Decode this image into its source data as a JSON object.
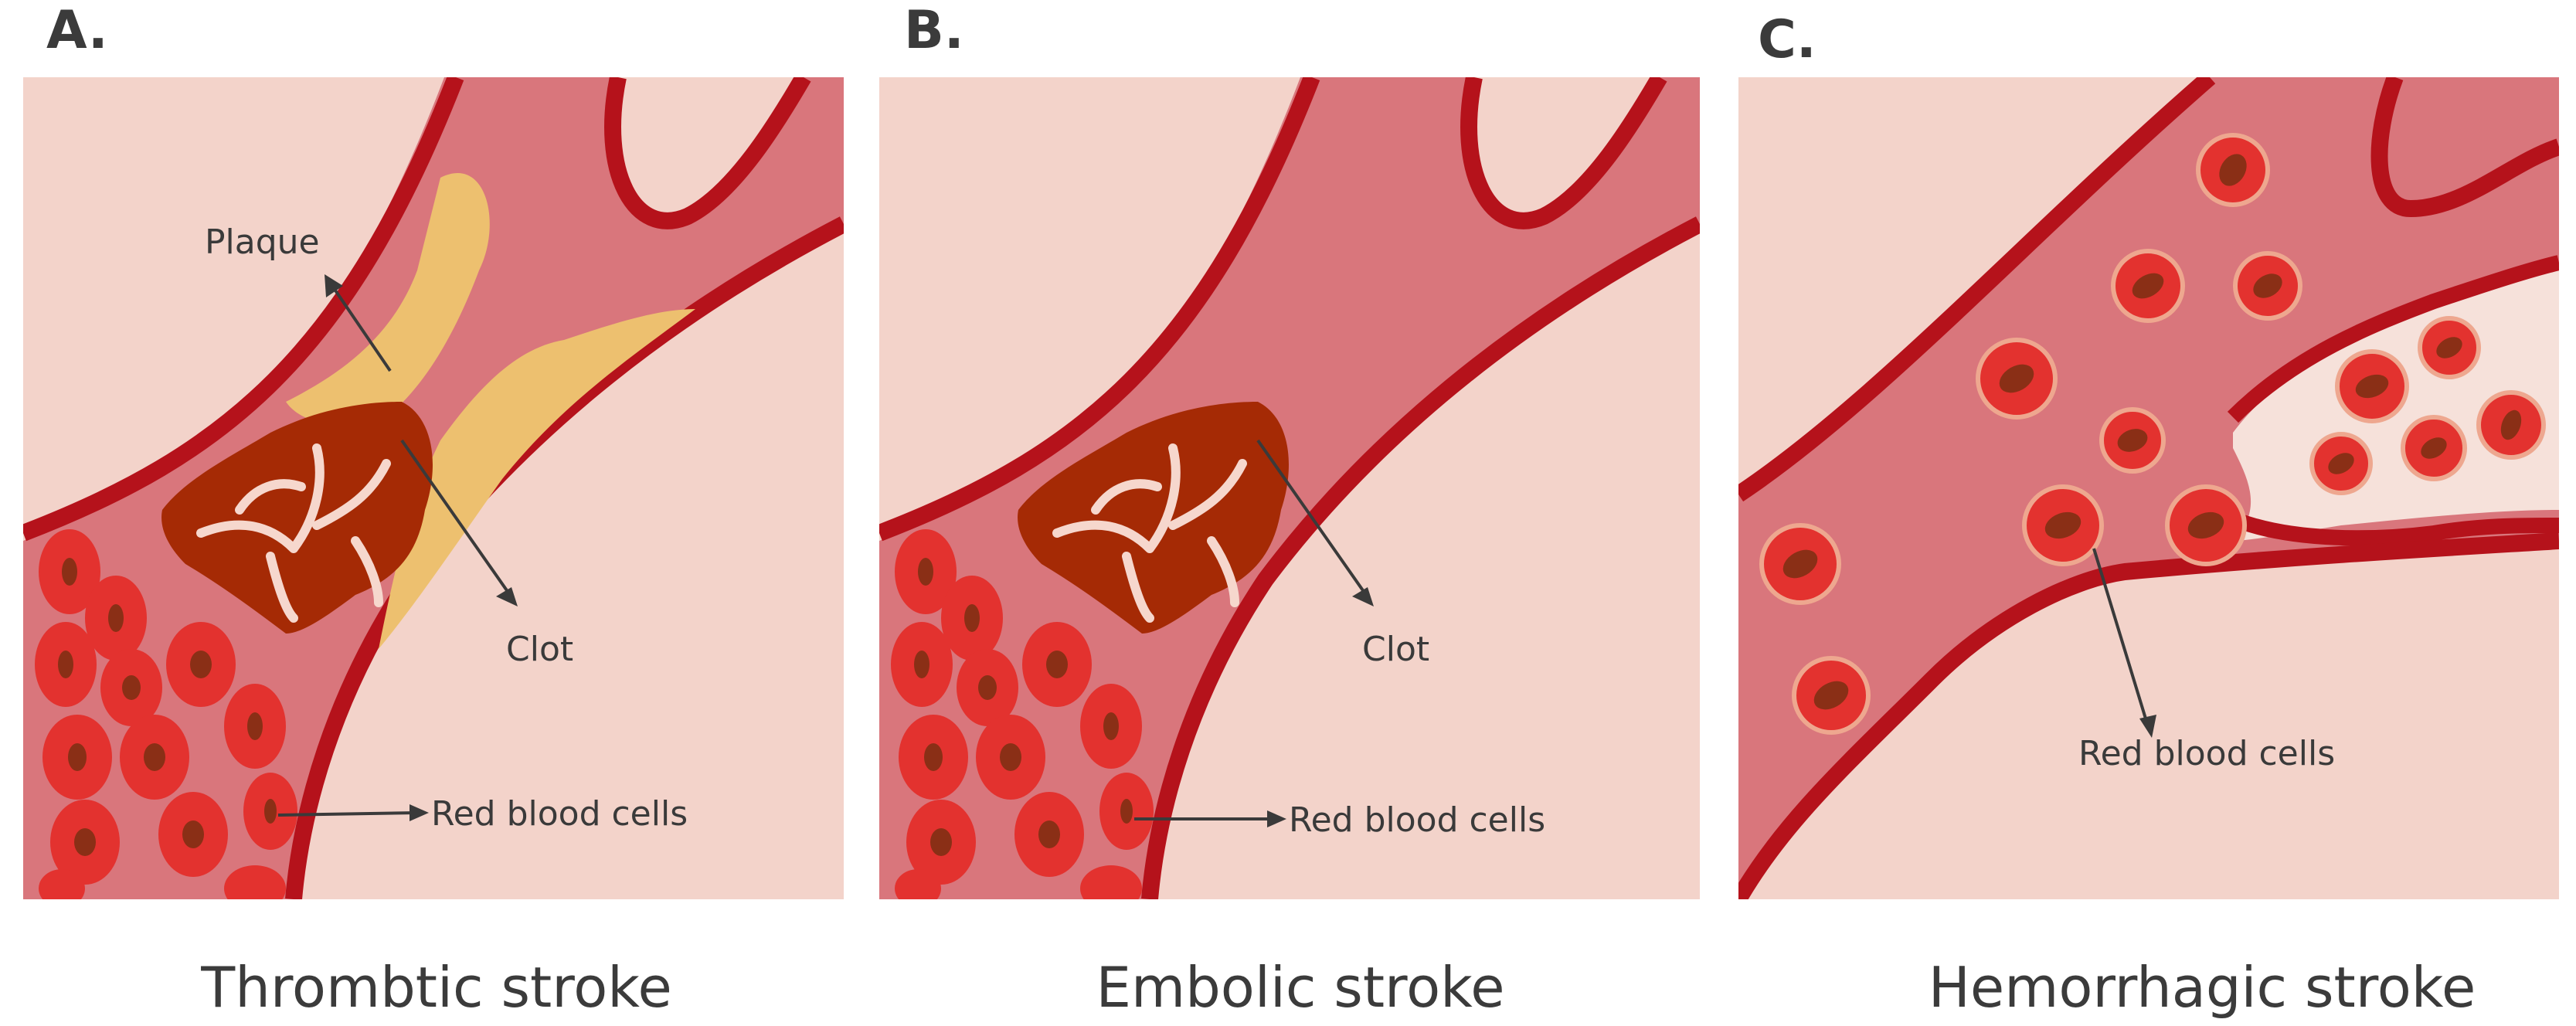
{
  "panels": [
    {
      "letter": "A.",
      "caption": "Thrombtic stroke",
      "labels": {
        "plaque": "Plaque",
        "clot": "Clot",
        "rbc": "Red blood cells"
      }
    },
    {
      "letter": "B.",
      "caption": "Embolic stroke",
      "labels": {
        "clot": "Clot",
        "rbc": "Red blood cells"
      }
    },
    {
      "letter": "C.",
      "caption": "Hemorrhagic stroke",
      "labels": {
        "rbc": "Red blood cells"
      }
    }
  ],
  "colors": {
    "background": "#f3d3ca",
    "vessel_lumen": "#d9767c",
    "vessel_wall": "#b5121b",
    "plaque": "#edc06f",
    "clot": "#a52a05",
    "rbc": "#e3322f",
    "rbc_center": "#8a2f16"
  }
}
